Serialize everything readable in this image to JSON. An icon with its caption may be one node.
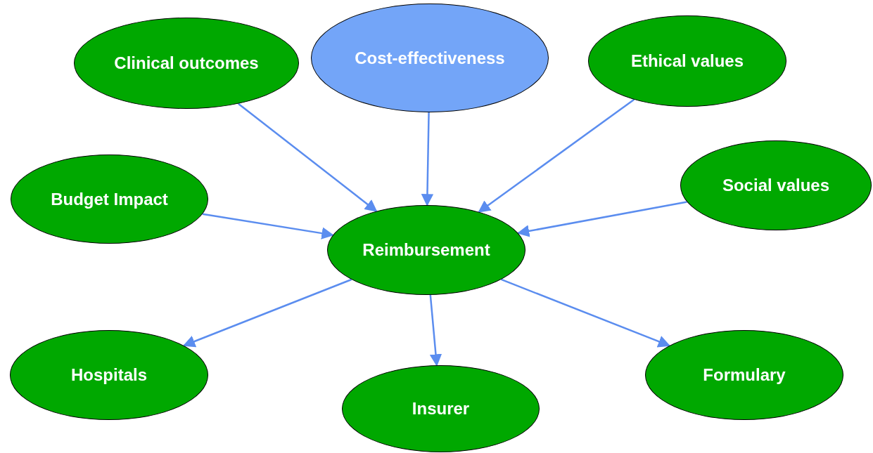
{
  "diagram": {
    "nodes": [
      {
        "text": [
          "Clinical outcomes"
        ]
      },
      {
        "text": [
          "Cost-effectiveness"
        ]
      },
      {
        "text": [
          "Ethical values"
        ]
      },
      {
        "text": [
          "Budget Impact"
        ]
      },
      {
        "text": [
          "Social values"
        ]
      },
      {
        "text": [
          "Reimbursement"
        ]
      },
      {
        "text": [
          "Hospitals"
        ]
      },
      {
        "text": [
          "Insurer"
        ]
      },
      {
        "text": [
          "Formulary"
        ]
      }
    ],
    "edges": [
      {
        "from": 0,
        "to": 5,
        "arrow": "to"
      },
      {
        "from": 1,
        "to": 5,
        "arrow": "to"
      },
      {
        "from": 2,
        "to": 5,
        "arrow": "to"
      },
      {
        "from": 3,
        "to": 5,
        "arrow": "to"
      },
      {
        "from": 4,
        "to": 5,
        "arrow": "to"
      },
      {
        "from": 5,
        "to": 6,
        "arrow": "to"
      },
      {
        "from": 5,
        "to": 7,
        "arrow": "to"
      },
      {
        "from": 5,
        "to": 8,
        "arrow": "to"
      }
    ]
  }
}
